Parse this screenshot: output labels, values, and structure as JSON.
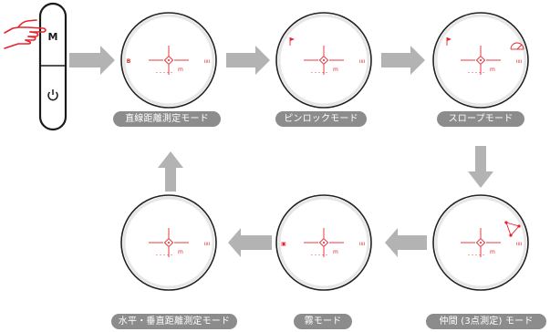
{
  "device": {
    "button_label": "M",
    "power_icon": "power-icon",
    "hand_icon": "hand-pointer-icon"
  },
  "colors": {
    "reticle": "#e8232a",
    "arrow": "#b3b3b3",
    "pill": "#8c8c8c",
    "outline": "#222222"
  },
  "modes": [
    {
      "label": "直線距離測定モード",
      "mark": "B",
      "has_flag": false,
      "has_slope": false,
      "has_triangle": false
    },
    {
      "label": "ピンロックモード",
      "mark": "",
      "has_flag": true,
      "has_slope": false,
      "has_triangle": false
    },
    {
      "label": "スロープモード",
      "mark": "",
      "has_flag": true,
      "has_slope": true,
      "has_triangle": false
    },
    {
      "label": "仲間 (3点測定) モード",
      "mark": "",
      "has_flag": false,
      "has_slope": false,
      "has_triangle": true
    },
    {
      "label": "霧モード",
      "mark": "▣",
      "has_flag": false,
      "has_slope": false,
      "has_triangle": false
    },
    {
      "label": "水平・垂直距離測定モード",
      "mark": "",
      "has_flag": false,
      "has_slope": false,
      "has_triangle": false
    }
  ],
  "reticle": {
    "unit": "m",
    "dash_text": "- - - - -",
    "right_mark": "ıııı"
  }
}
